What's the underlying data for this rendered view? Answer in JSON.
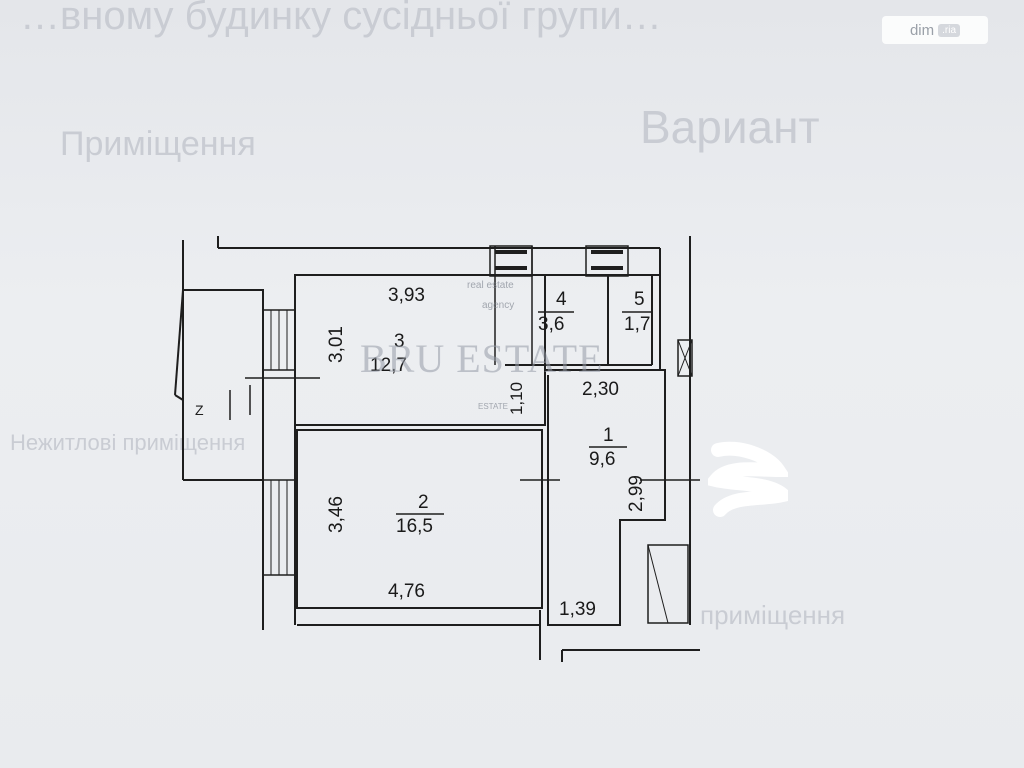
{
  "watermark": {
    "brand": "BRU ESTATE",
    "line1": "real estate",
    "line2": "agency",
    "small": "ESTATE"
  },
  "badge": {
    "dim": "dim",
    "ria": ".ria"
  },
  "rooms": [
    {
      "number": "1",
      "area": "9,6"
    },
    {
      "number": "2",
      "area": "16,5"
    },
    {
      "number": "3",
      "area": "12,7"
    },
    {
      "number": "4",
      "area": "3,6"
    },
    {
      "number": "5",
      "area": "1,7"
    }
  ],
  "dimensions": {
    "room3_width": "3,93",
    "room3_height": "3,01",
    "room2_height": "3,46",
    "room2_width": "4,76",
    "room1_top": "2,30",
    "room1_height": "2,99",
    "hall_bottom": "1,39",
    "passage": "1,10"
  },
  "background_text": {
    "top": "…вному будинку сусідньої групи…",
    "heading": "Вариант",
    "left_word": "Приміщення",
    "line_a": "Нежитлові приміщення",
    "line_b": "приміщення"
  }
}
